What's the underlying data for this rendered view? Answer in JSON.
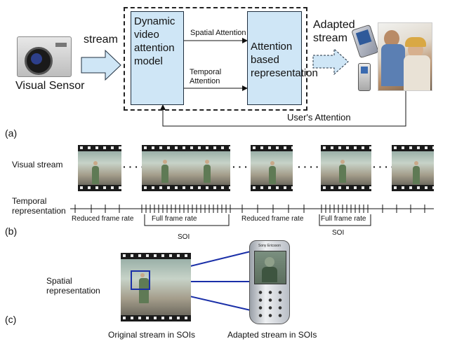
{
  "top": {
    "visual_sensor_label": "Visual Sensor",
    "stream_label": "stream",
    "model_box": "Dynamic video attention model",
    "spatial_attention": "Spatial Attention",
    "temporal_attention": "Temporal Attention",
    "representation_box": "Attention based representation",
    "adapted_stream_label": "Adapted stream",
    "users_attention": "User's Attention",
    "part_label": "(a)"
  },
  "middle": {
    "visual_stream_label": "Visual stream",
    "temporal_representation_label": "Temporal representation",
    "ellipsis": "· · · ·",
    "rates": [
      "Reduced frame rate",
      "Full frame rate",
      "Reduced frame rate",
      "Full frame rate"
    ],
    "soi": [
      "SOI",
      "SOI"
    ],
    "part_label": "(b)"
  },
  "bottom": {
    "spatial_representation_label": "Spatial representation",
    "phone_brand": "Sony Ericsson",
    "original_caption": "Original stream in SOIs",
    "adapted_caption": "Adapted stream in SOIs",
    "part_label": "(c)"
  },
  "colors": {
    "box_fill": "#cfe6f6",
    "arrow_fill": "#cfe6f6",
    "line_blue": "#1a2fa8"
  },
  "icons": {
    "camera": "camera-icon",
    "pda": "pda-icon",
    "phone": "mobile-phone-icon"
  }
}
